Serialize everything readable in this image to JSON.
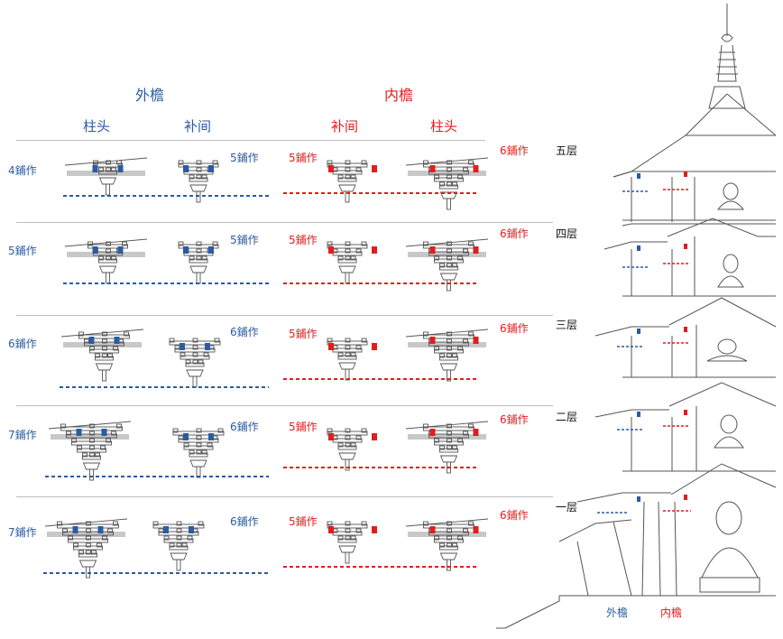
{
  "headers": {
    "outer": "外檐",
    "inner": "内檐",
    "outer_col1": "柱头",
    "outer_col2": "补间",
    "inner_col1": "补间",
    "inner_col2": "柱头"
  },
  "rows": [
    {
      "floor": "五层",
      "outer_zhutou": "4鋪作",
      "outer_bujian": "5鋪作",
      "inner_bujian": "5鋪作",
      "inner_zhutou": "6鋪作"
    },
    {
      "floor": "四层",
      "outer_zhutou": "5鋪作",
      "outer_bujian": "5鋪作",
      "inner_bujian": "5鋪作",
      "inner_zhutou": "6鋪作"
    },
    {
      "floor": "三层",
      "outer_zhutou": "6鋪作",
      "outer_bujian": "6鋪作",
      "inner_bujian": "5鋪作",
      "inner_zhutou": "6鋪作"
    },
    {
      "floor": "二层",
      "outer_zhutou": "7鋪作",
      "outer_bujian": "6鋪作",
      "inner_bujian": "5鋪作",
      "inner_zhutou": "6鋪作"
    },
    {
      "floor": "一层",
      "outer_zhutou": "7鋪作",
      "outer_bujian": "6鋪作",
      "inner_bujian": "5鋪作",
      "inner_zhutou": "6鋪作"
    }
  ],
  "section_labels": {
    "outer": "外檐",
    "inner": "内檐"
  },
  "colors": {
    "outer": "#2b5ba3",
    "inner": "#e21d1d",
    "divider": "#bdbdbd",
    "drawing": "#555555",
    "fill": "#c8c8c8"
  }
}
